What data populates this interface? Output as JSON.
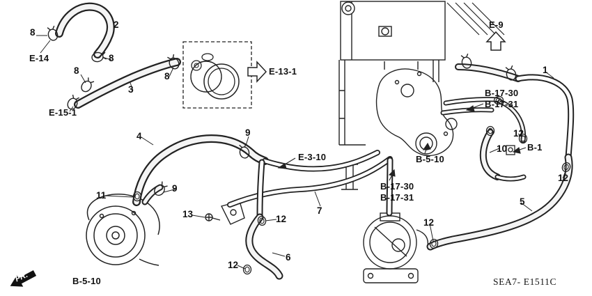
{
  "figure": {
    "type": "parts-diagram",
    "subject": "engine water hose routing",
    "code": "SEA7- E1511C",
    "direction_indicator": "FR.",
    "colors": {
      "ink": "#1a1a1a",
      "background": "#ffffff"
    }
  },
  "annotations": [
    {
      "id": "callout-8-top-left",
      "text": "8"
    },
    {
      "id": "ref-e-14",
      "text": "E-14"
    },
    {
      "id": "callout-2",
      "text": "2"
    },
    {
      "id": "callout-8-upper",
      "text": "8"
    },
    {
      "id": "callout-8-left",
      "text": "8"
    },
    {
      "id": "callout-3",
      "text": "3"
    },
    {
      "id": "ref-e-15-1",
      "text": "E-15-1"
    },
    {
      "id": "callout-8-right",
      "text": "8"
    },
    {
      "id": "ref-e-13-1",
      "text": "E-13-1"
    },
    {
      "id": "ref-e-9",
      "text": "E-9"
    },
    {
      "id": "callout-1",
      "text": "1"
    },
    {
      "id": "ref-b-17-30-right",
      "text": "B-17-30"
    },
    {
      "id": "ref-b-17-31-right",
      "text": "B-17-31"
    },
    {
      "id": "callout-12-a",
      "text": "12"
    },
    {
      "id": "callout-10",
      "text": "10"
    },
    {
      "id": "ref-b-1",
      "text": "B-1"
    },
    {
      "id": "callout-12-b",
      "text": "12"
    },
    {
      "id": "callout-9-top",
      "text": "9"
    },
    {
      "id": "callout-4",
      "text": "4"
    },
    {
      "id": "ref-e-3-10",
      "text": "E-3-10"
    },
    {
      "id": "ref-b-5-10-mid",
      "text": "B-5-10"
    },
    {
      "id": "callout-11",
      "text": "11"
    },
    {
      "id": "callout-9-lower",
      "text": "9"
    },
    {
      "id": "callout-13",
      "text": "13"
    },
    {
      "id": "callout-12-c",
      "text": "12"
    },
    {
      "id": "ref-b-17-30-mid",
      "text": "B-17-30"
    },
    {
      "id": "ref-b-17-31-mid",
      "text": "B-17-31"
    },
    {
      "id": "callout-7",
      "text": "7"
    },
    {
      "id": "callout-5",
      "text": "5"
    },
    {
      "id": "callout-12-d",
      "text": "12"
    },
    {
      "id": "callout-6",
      "text": "6"
    },
    {
      "id": "callout-12-e",
      "text": "12"
    },
    {
      "id": "ref-b-5-10-bottom",
      "text": "B-5-10"
    }
  ]
}
